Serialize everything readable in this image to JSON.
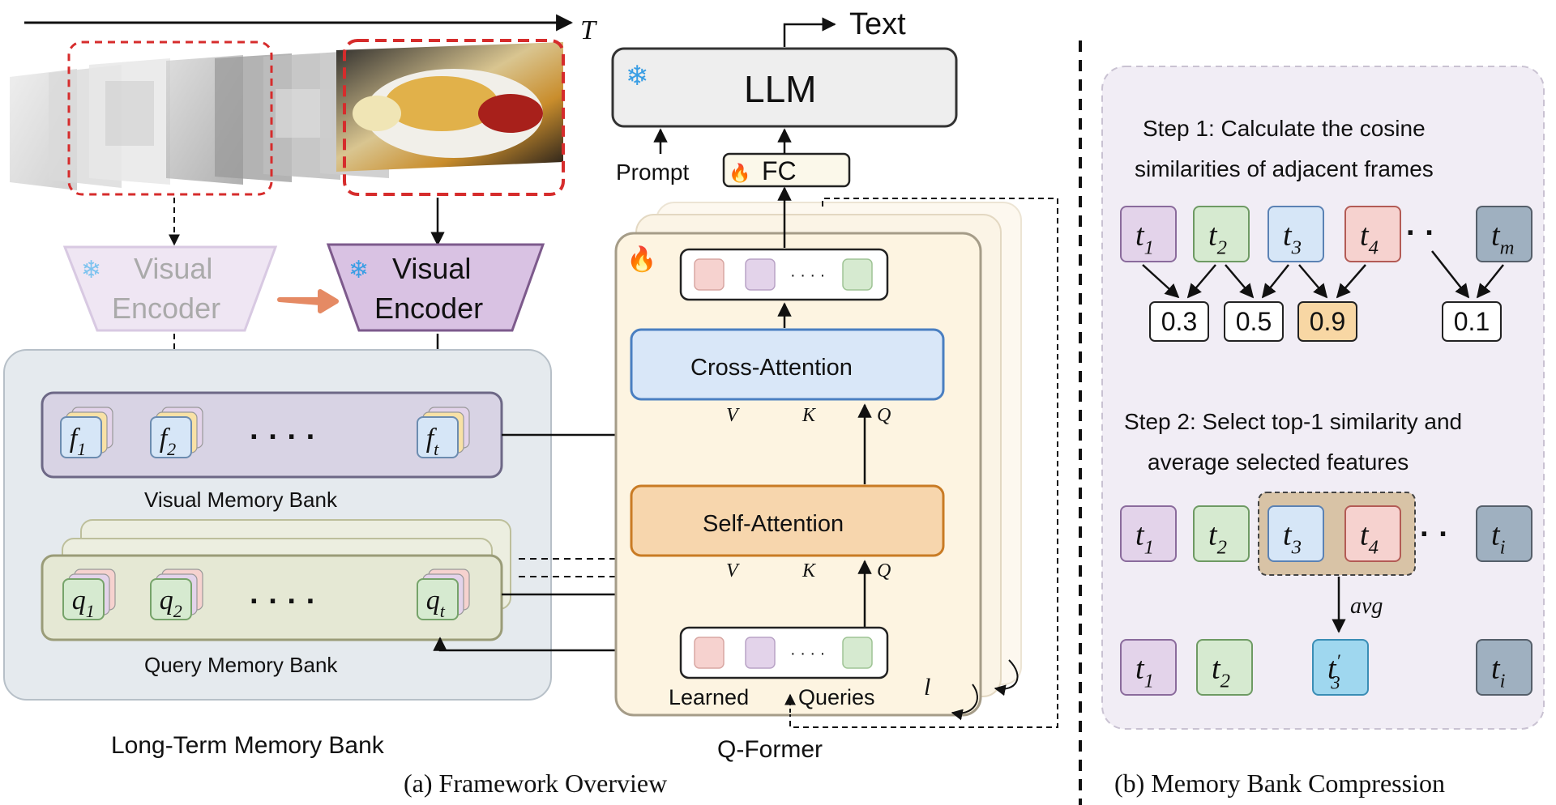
{
  "timeline": {
    "label": "T"
  },
  "llm": {
    "label": "LLM",
    "output_label": "Text"
  },
  "fc": {
    "label": "FC",
    "prompt_label": "Prompt"
  },
  "encoders": {
    "faded": {
      "line1": "Visual",
      "line2": "Encoder"
    },
    "active": {
      "line1": "Visual",
      "line2": "Encoder"
    }
  },
  "memory": {
    "container_label": "Long-Term Memory Bank",
    "visual_bank_label": "Visual Memory Bank",
    "query_bank_label": "Query Memory Bank",
    "visual_items": [
      {
        "base": "f",
        "sub": "1"
      },
      {
        "base": "f",
        "sub": "2"
      },
      {
        "base": "f",
        "sub": "t"
      }
    ],
    "query_items": [
      {
        "base": "q",
        "sub": "1"
      },
      {
        "base": "q",
        "sub": "2"
      },
      {
        "base": "q",
        "sub": "t"
      }
    ],
    "ellipsis": "· · · ·"
  },
  "qformer": {
    "label": "Q-Former",
    "cross_attention": "Cross-Attention",
    "self_attention": "Self-Attention",
    "learned_queries_1": "Learned",
    "learned_queries_2": "Queries",
    "layer_label": "l",
    "v_label": "V",
    "k_label": "K",
    "q_label": "Q",
    "dots": "· · · ·"
  },
  "captions": {
    "a": "(a) Framework Overview",
    "b": "(b) Memory Bank Compression"
  },
  "compression": {
    "step1_line1": "Step 1: Calculate the cosine",
    "step1_line2": "similarities of adjacent frames",
    "step2_line1": "Step 2: Select top-1 similarity and",
    "step2_line2": "average selected features",
    "avg_label": "avg",
    "row1": [
      {
        "base": "t",
        "sub": "1"
      },
      {
        "base": "t",
        "sub": "2"
      },
      {
        "base": "t",
        "sub": "3"
      },
      {
        "base": "t",
        "sub": "4"
      },
      {
        "base": "t",
        "sub": "m"
      }
    ],
    "similarities": [
      "0.3",
      "0.5",
      "0.9",
      "0.1"
    ],
    "row2": [
      {
        "base": "t",
        "sub": "1"
      },
      {
        "base": "t",
        "sub": "2"
      },
      {
        "base": "t",
        "sub": "3"
      },
      {
        "base": "t",
        "sub": "4"
      },
      {
        "base": "t",
        "sub": "i"
      }
    ],
    "row3": [
      {
        "base": "t",
        "sub": "1"
      },
      {
        "base": "t",
        "sub": "2"
      },
      {
        "base": "t",
        "sub": "3",
        "prime": "′"
      },
      {
        "base": "t",
        "sub": "i"
      }
    ]
  },
  "colors": {
    "purple": "#e3d3ea",
    "green": "#d6ead0",
    "blue": "#d6e6f7",
    "red": "#f6d2cf",
    "slate": "#9fb0c0",
    "orange_highlight": "#f8d7a4",
    "cross_attention_fill": "#d9e7f8",
    "self_attention_fill": "#f7d6ad",
    "frame_dash_red": "#d62c2c"
  }
}
